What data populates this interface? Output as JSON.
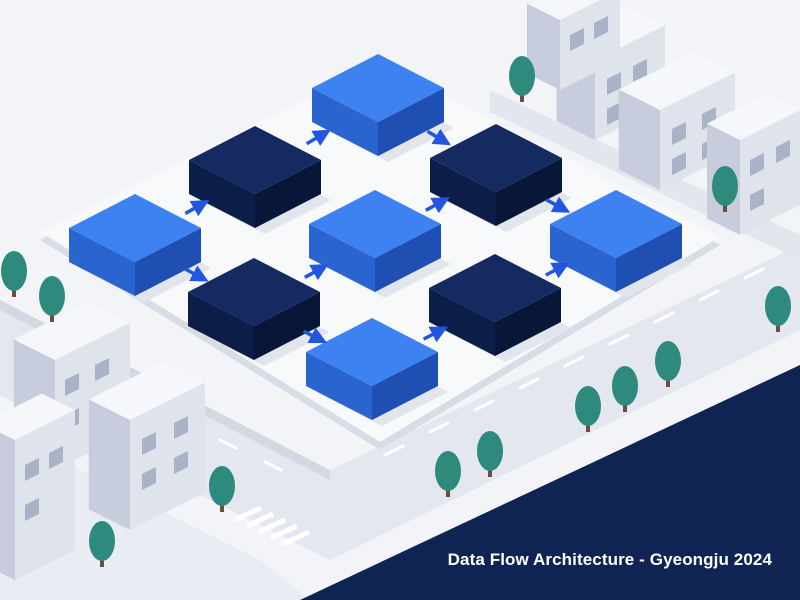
{
  "caption": "Data Flow Architecture - Gyeongju 2024",
  "colors": {
    "background": "#f3f4f7",
    "navy_band": "#0f2452",
    "block_light_top": "#3d82f0",
    "block_light_left": "#2a64cf",
    "block_light_right": "#1f4fb3",
    "block_dark_top": "#142a60",
    "block_dark_left": "#0c1d48",
    "block_dark_right": "#081638",
    "arrow": "#2356e0",
    "tree": "#2f8a7e",
    "trunk": "#6b4f3a",
    "building_top": "#f6f7fa",
    "building_left": "#dfe3ec",
    "building_right": "#c7cddd"
  },
  "diagram": {
    "nodes": [
      {
        "id": "n1",
        "tone": "light"
      },
      {
        "id": "n2",
        "tone": "dark"
      },
      {
        "id": "n3",
        "tone": "light"
      },
      {
        "id": "n4",
        "tone": "dark"
      },
      {
        "id": "n5",
        "tone": "light"
      },
      {
        "id": "n6",
        "tone": "dark"
      },
      {
        "id": "n7",
        "tone": "light"
      },
      {
        "id": "n8",
        "tone": "dark"
      },
      {
        "id": "n9",
        "tone": "light"
      }
    ],
    "edges": [
      {
        "from": "n1",
        "to": "n2"
      },
      {
        "from": "n1",
        "to": "n4"
      },
      {
        "from": "n2",
        "to": "n3"
      },
      {
        "from": "n3",
        "to": "n6"
      },
      {
        "from": "n4",
        "to": "n5"
      },
      {
        "from": "n4",
        "to": "n7"
      },
      {
        "from": "n5",
        "to": "n6"
      },
      {
        "from": "n6",
        "to": "n9"
      },
      {
        "from": "n7",
        "to": "n8"
      },
      {
        "from": "n8",
        "to": "n9"
      }
    ]
  }
}
